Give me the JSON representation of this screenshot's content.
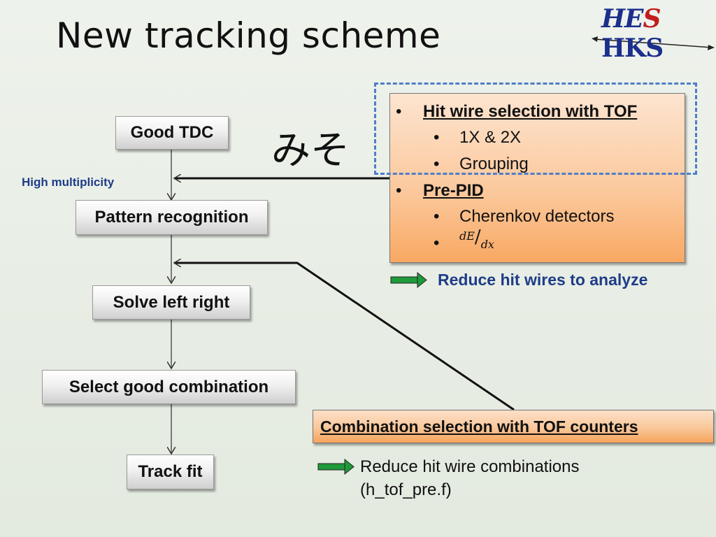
{
  "title": "New tracking scheme",
  "logo": {
    "part1": "HE",
    "part2": "S",
    "part3": " HKS"
  },
  "flow": {
    "step1": "Good TDC",
    "step2": "Pattern recognition",
    "step3": "Solve left right",
    "step4": "Select good combination",
    "step5": "Track fit"
  },
  "high_multiplicity": "High multiplicity",
  "miso": "みそ",
  "tof_box": {
    "item1": "Hit wire selection with TOF",
    "item1_sub1": "1X & 2X",
    "item1_sub2": "Grouping",
    "item2": "Pre-PID",
    "item2_sub1": "Cherenkov detectors",
    "item2_sub2_num": "dE",
    "item2_sub2_den": "dx"
  },
  "reduce_hit_wires": "Reduce hit wires to analyze",
  "combination_box": "Combination selection with TOF counters",
  "reduce_combinations_line1": "Reduce hit wire combinations",
  "reduce_combinations_line2": "(h_tof_pre.f)",
  "colors": {
    "accent_blue": "#1f3c88",
    "arrow_green": "#1e9a3a",
    "orange": "#f8a862",
    "dash_blue": "#4f7ec8"
  }
}
